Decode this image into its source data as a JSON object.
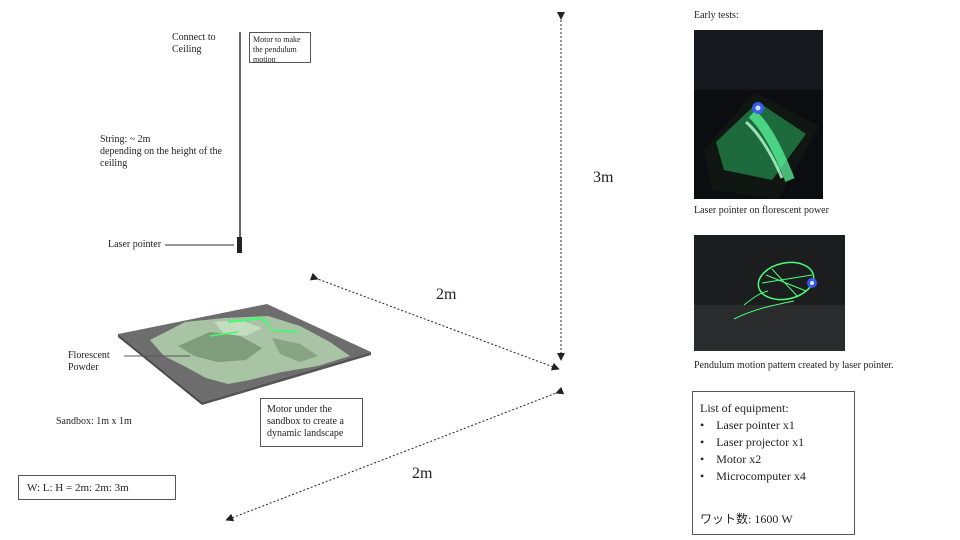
{
  "labels": {
    "connect_ceiling": "Connect to\nCeiling",
    "motor_pendulum": "Motor to make the pendulum motion",
    "string": "String: ~ 2m\ndepending on the height of the ceiling",
    "laser_pointer": "Laser pointer",
    "florescent_powder": "Florescent\nPowder",
    "sandbox": "Sandbox: 1m x 1m",
    "motor_sandbox": "Motor under the sandbox to create a dynamic landscape",
    "dimensions": "W: L: H = 2m: 2m: 3m",
    "dim_height": "3m",
    "dim_depth": "2m",
    "dim_width": "2m"
  },
  "tests": {
    "heading": "Early tests:",
    "photo1_caption": "Laser pointer on florescent power",
    "photo2_caption": "Pendulum motion pattern created by laser pointer."
  },
  "equipment": {
    "title": "List of equipment:",
    "items": [
      "Laser pointer x1",
      "Laser projector x1",
      "Motor x2",
      "Microcomputer x4"
    ],
    "power": "ワット数: 1600 W"
  },
  "colors": {
    "sandbox_base": "#6d6d6d",
    "terrain": "#a9c3a5",
    "glow": "#3cff6a"
  }
}
